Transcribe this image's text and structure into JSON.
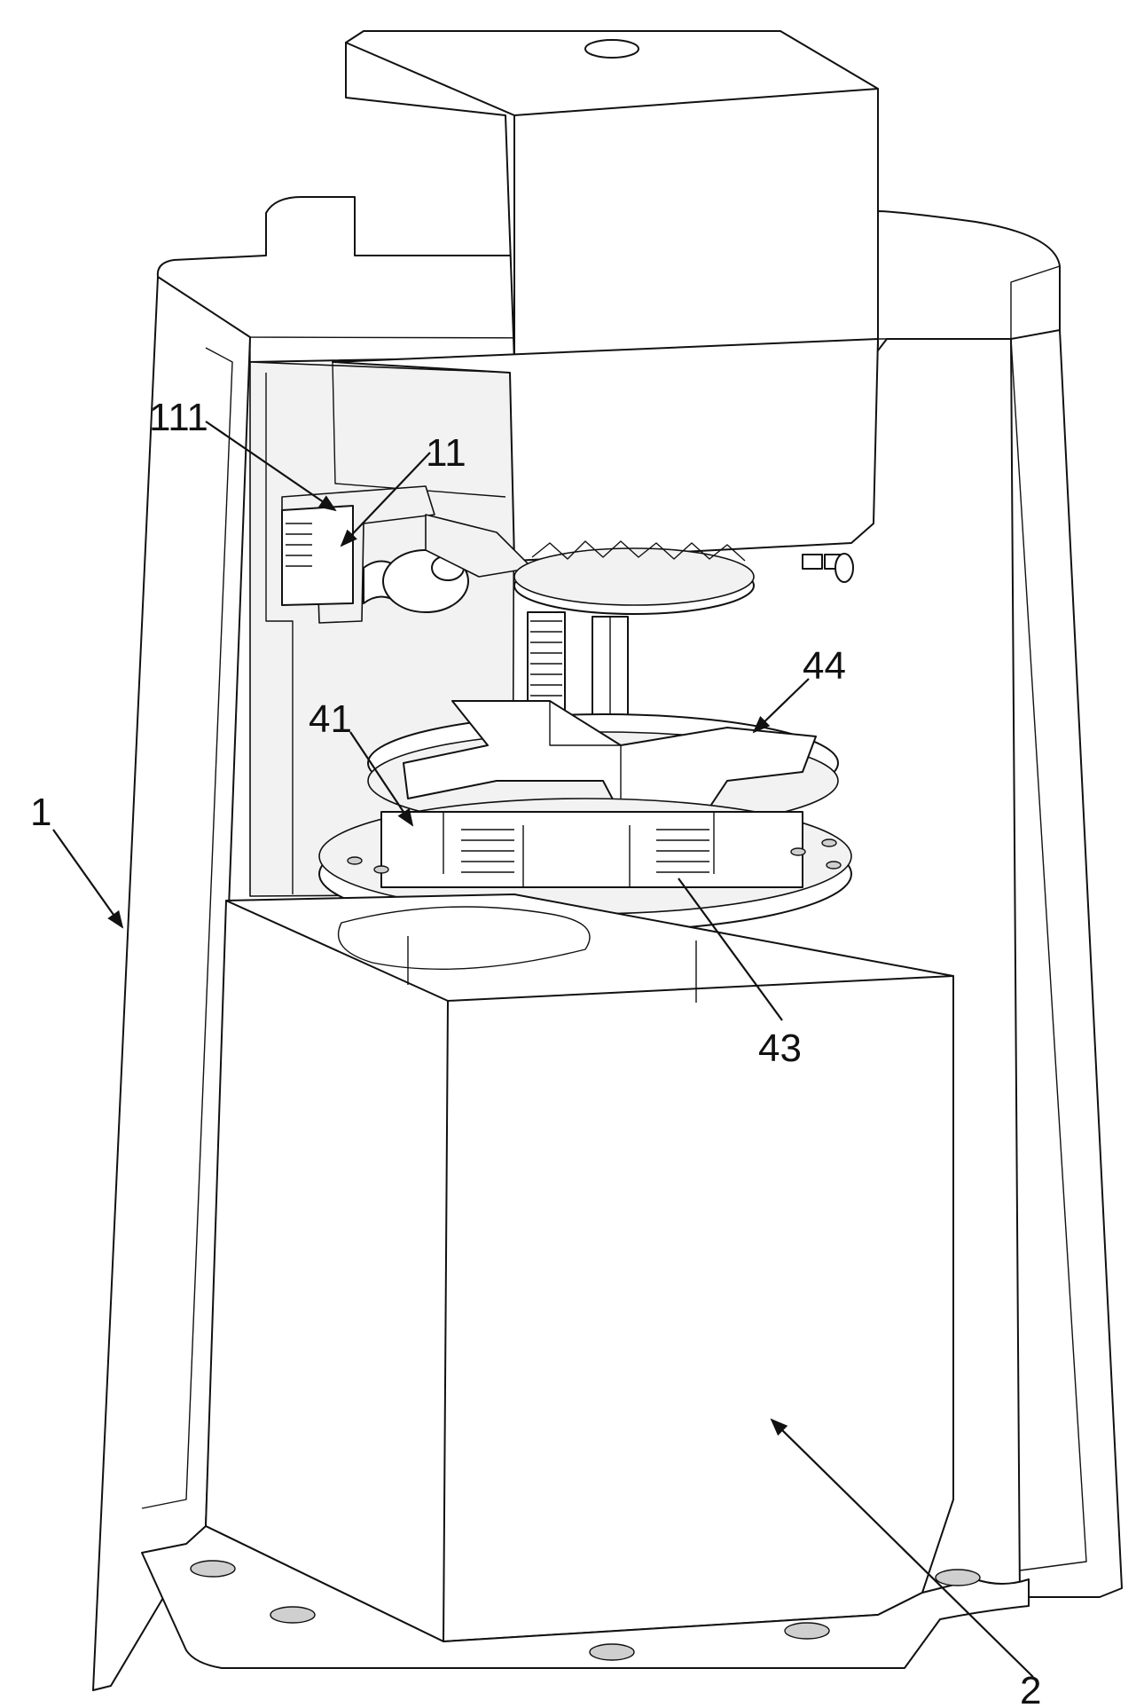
{
  "labels": {
    "frame": "1",
    "base_box": "2",
    "bracket": "11",
    "bracket_part": "111",
    "lower_disc": "41",
    "spring": "43",
    "cross_plate": "44"
  }
}
